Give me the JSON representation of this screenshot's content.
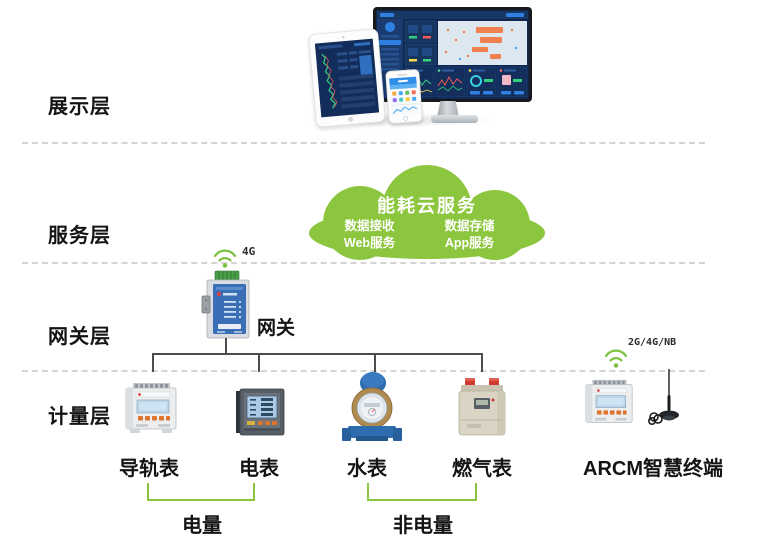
{
  "layers": [
    {
      "id": "display",
      "label": "展示层"
    },
    {
      "id": "service",
      "label": "服务层"
    },
    {
      "id": "gateway",
      "label": "网关层"
    },
    {
      "id": "metering",
      "label": "计量层"
    }
  ],
  "cloud": {
    "title": "能耗云服务",
    "services": [
      "数据接收",
      "Web服务",
      "数据存储",
      "App服务"
    ]
  },
  "gateway": {
    "label": "网关",
    "wireless_label": "4G"
  },
  "meters": [
    {
      "label": "导轨表"
    },
    {
      "label": "电表"
    },
    {
      "label": "水表"
    },
    {
      "label": "燃气表"
    },
    {
      "label": "ARCM智慧终端",
      "wireless_label": "2G/4G/NB"
    }
  ],
  "groups": [
    {
      "label": "电量"
    },
    {
      "label": "非电量"
    }
  ],
  "colors": {
    "cloud_green": "#8CC63E",
    "wifi_green": "#7CC142",
    "connector": "#4d4d4d",
    "separator": "#d4d4d4",
    "text": "#141414",
    "gateway_blue": "#3a6fb5",
    "screen_navy": "#10264e",
    "map_orange": "#f08050"
  }
}
